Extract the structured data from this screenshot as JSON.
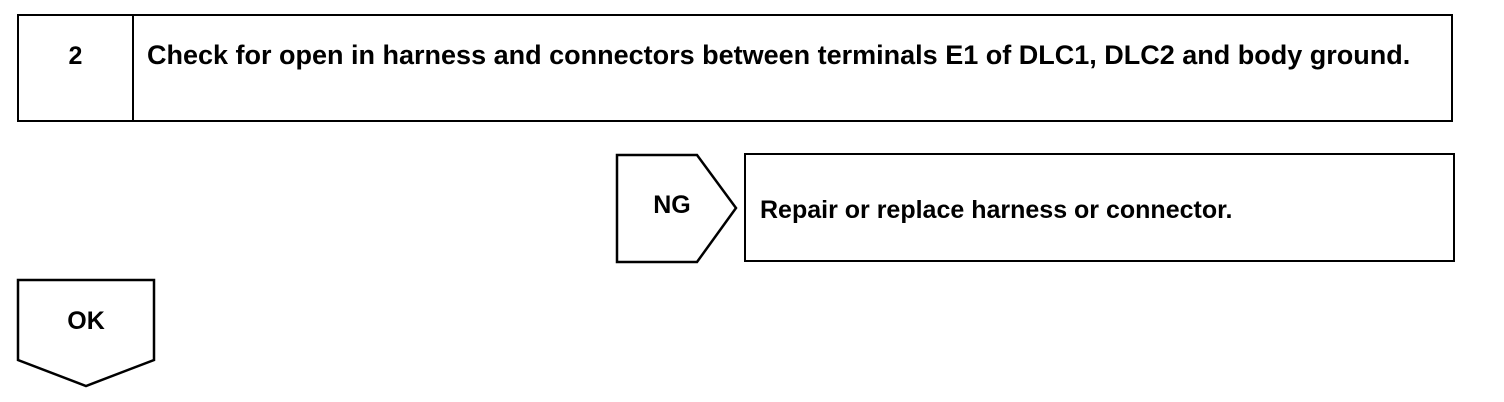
{
  "step": {
    "number": "2",
    "text": "Check for open in harness and connectors between terminals E1 of DLC1, DLC2 and body ground."
  },
  "ng": {
    "label": "NG",
    "action": "Repair or replace harness or connector."
  },
  "ok": {
    "label": "OK"
  }
}
